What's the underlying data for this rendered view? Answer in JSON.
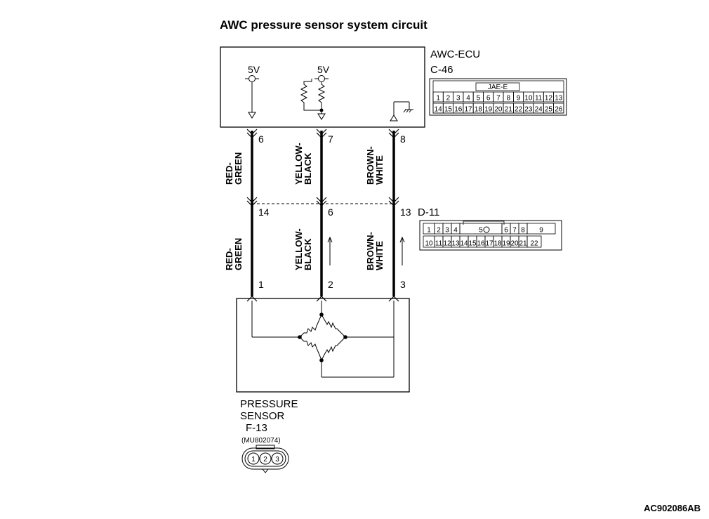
{
  "diagram": {
    "title": "AWC pressure sensor system circuit",
    "ecu": {
      "name": "AWC-ECU",
      "connector": "C-46",
      "connector_type": "JAE-E",
      "supply_left": "5V",
      "supply_mid": "5V",
      "pins": [
        "6",
        "7",
        "8"
      ],
      "grid_row1": [
        "1",
        "2",
        "3",
        "4",
        "5",
        "6",
        "7",
        "8",
        "9",
        "10",
        "11",
        "12",
        "13"
      ],
      "grid_row2": [
        "14",
        "15",
        "16",
        "17",
        "18",
        "19",
        "20",
        "21",
        "22",
        "23",
        "24",
        "25",
        "26"
      ]
    },
    "wires_upper": [
      {
        "line1": "RED-",
        "line2": "GREEN"
      },
      {
        "line1": "YELLOW-",
        "line2": "BLACK"
      },
      {
        "line1": "BROWN-",
        "line2": "WHITE"
      }
    ],
    "intermediate": {
      "connector": "D-11",
      "pins": [
        "14",
        "6",
        "13"
      ],
      "grid_row1": [
        "1",
        "2",
        "3",
        "4",
        "5",
        "6",
        "7",
        "8",
        "9"
      ],
      "grid_row2": [
        "10",
        "11",
        "12",
        "13",
        "14",
        "15",
        "16",
        "17",
        "18",
        "19",
        "20",
        "21",
        "22"
      ]
    },
    "wires_lower": [
      {
        "line1": "RED-",
        "line2": "GREEN"
      },
      {
        "line1": "YELLOW-",
        "line2": "BLACK"
      },
      {
        "line1": "BROWN-",
        "line2": "WHITE"
      }
    ],
    "sensor": {
      "name_line1": "PRESSURE",
      "name_line2": "SENSOR",
      "connector": "F-13",
      "part_number": "(MU802074)",
      "pins": [
        "1",
        "2",
        "3"
      ]
    },
    "figure_code": "AC902086AB"
  }
}
